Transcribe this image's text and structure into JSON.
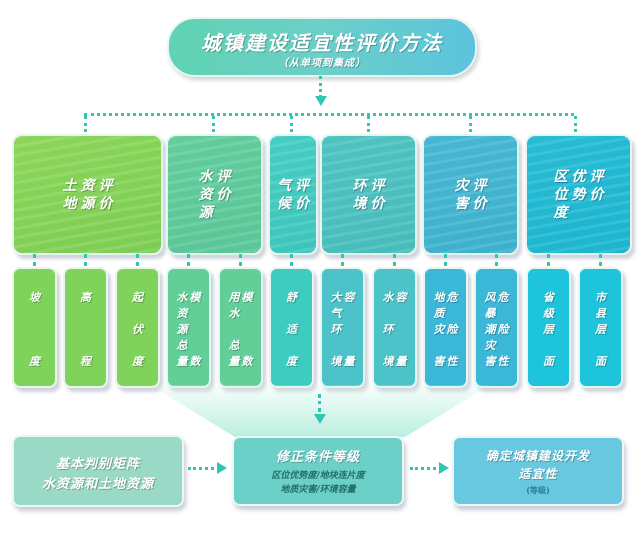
{
  "title": {
    "main": "城镇建设适宜性评价方法",
    "subtitle": "（从单项到集成）"
  },
  "categories": [
    {
      "id": "land",
      "cols": [
        [
          "土",
          "地"
        ],
        [
          "资",
          "源"
        ],
        [
          "评",
          "价"
        ]
      ],
      "text": "土地资源评价",
      "color": "#7fd057",
      "accent": "#8fd95c"
    },
    {
      "id": "water",
      "cols": [
        [
          "水",
          "资",
          "源"
        ],
        [
          "评",
          "价"
        ]
      ],
      "text": "水资源评价",
      "color": "#5cc99a",
      "accent": "#66d0a0"
    },
    {
      "id": "climate",
      "cols": [
        [
          "气",
          "候"
        ],
        [
          "评",
          "价"
        ]
      ],
      "text": "气候评价",
      "color": "#3fc8be",
      "accent": "#48d0c6"
    },
    {
      "id": "environment",
      "cols": [
        [
          "环",
          "境"
        ],
        [
          "评",
          "价"
        ]
      ],
      "text": "环境评价",
      "color": "#48bfbe",
      "accent": "#52c6c4"
    },
    {
      "id": "disaster",
      "cols": [
        [
          "灾",
          "害"
        ],
        [
          "评",
          "价"
        ]
      ],
      "text": "灾害评价",
      "color": "#3fb3cf",
      "accent": "#49bad6"
    },
    {
      "id": "location",
      "cols": [
        [
          "区",
          "位",
          "度"
        ],
        [
          "优",
          "势"
        ],
        [
          "评",
          "价"
        ]
      ],
      "text": "区位优势度评价",
      "color": "#1eb8d2",
      "accent": "#29bfd8"
    }
  ],
  "subitems": [
    {
      "id": "slope",
      "cols": [
        [
          "坡",
          "",
          "",
          "",
          "度"
        ]
      ],
      "text": "坡度",
      "color": "#7fd35a"
    },
    {
      "id": "elevation",
      "cols": [
        [
          "高",
          "",
          "",
          "",
          "程"
        ]
      ],
      "text": "高程",
      "color": "#7fd35a"
    },
    {
      "id": "relief",
      "cols": [
        [
          "起",
          "",
          "伏",
          "",
          "度"
        ]
      ],
      "text": "起伏度",
      "color": "#7fd35a"
    },
    {
      "id": "water-total",
      "cols": [
        [
          "水",
          "资",
          "源",
          "总",
          "量"
        ],
        [
          "模",
          "",
          "",
          "",
          "数"
        ]
      ],
      "text": "水资源总量模数",
      "color": "#62cf98"
    },
    {
      "id": "water-use",
      "cols": [
        [
          "用",
          "水",
          "",
          "总",
          "量"
        ],
        [
          "模",
          "",
          "",
          "",
          "数"
        ]
      ],
      "text": "用水总量模数",
      "color": "#62cf98"
    },
    {
      "id": "comfort",
      "cols": [
        [
          "舒",
          "",
          "适",
          "",
          "度"
        ]
      ],
      "text": "舒适度",
      "color": "#3ecbc0"
    },
    {
      "id": "air-capacity",
      "cols": [
        [
          "大",
          "气",
          "环",
          "",
          "境"
        ],
        [
          "容",
          "",
          "",
          "",
          "量"
        ]
      ],
      "text": "大气环境容量",
      "color": "#4cc3c9"
    },
    {
      "id": "water-env-capacity",
      "cols": [
        [
          "水",
          "",
          "环",
          "",
          "境"
        ],
        [
          "容",
          "",
          "",
          "",
          "量"
        ]
      ],
      "text": "水环境容量",
      "color": "#4cc3c9"
    },
    {
      "id": "geo-hazard",
      "cols": [
        [
          "地",
          "质",
          "灾",
          "",
          "害"
        ],
        [
          "危",
          "",
          "险",
          "",
          "性"
        ]
      ],
      "text": "地质灾害危险性",
      "color": "#3bb8d8"
    },
    {
      "id": "storm-hazard",
      "cols": [
        [
          "风",
          "暴",
          "潮",
          "灾",
          "害"
        ],
        [
          "危",
          "",
          "险",
          "",
          "性"
        ]
      ],
      "text": "风暴潮灾害危险性",
      "color": "#3bb8d8"
    },
    {
      "id": "provincial",
      "cols": [
        [
          "省",
          "级",
          "层",
          "",
          "面"
        ]
      ],
      "text": "省级层面",
      "color": "#1ec3dc"
    },
    {
      "id": "city-county",
      "cols": [
        [
          "市",
          "县",
          "层",
          "",
          "面"
        ]
      ],
      "text": "市县层面",
      "color": "#1ec3dc"
    }
  ],
  "bottom": {
    "basic": {
      "line1": "基本判别矩阵",
      "line2": "水资源和土地资源"
    },
    "correction": {
      "title": "修正条件等级",
      "line1": "区位优势度/地块连片度",
      "line2": "地质灾害/环境容量"
    },
    "final": {
      "line1": "确定城镇建设开发",
      "line2": "适宜性",
      "note": "(等级)"
    }
  },
  "colors": {
    "connector": "#2fc7b3",
    "title_gradient_start": "#5fd3b1",
    "title_gradient_end": "#5bc4dc"
  }
}
